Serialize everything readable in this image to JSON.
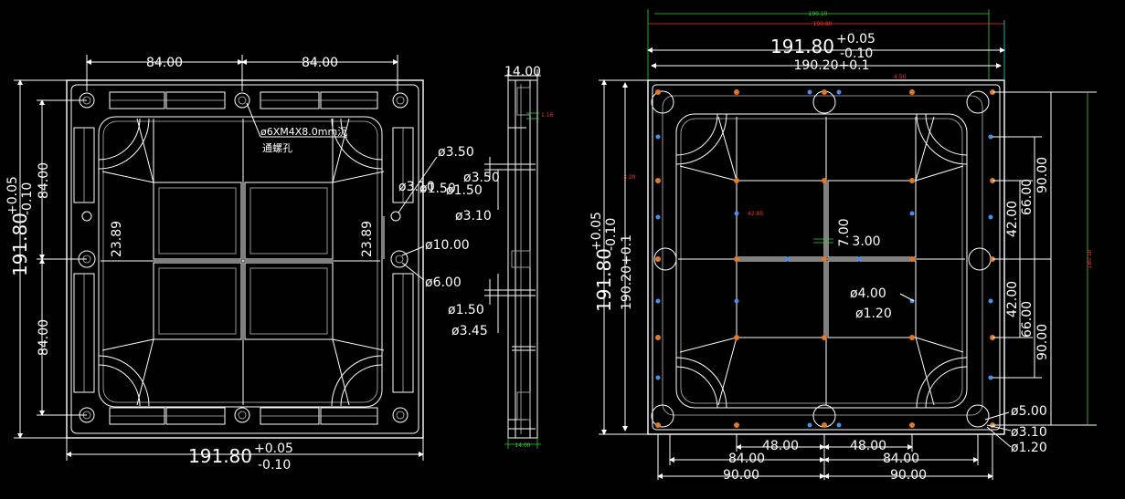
{
  "front_view": {
    "top_dims": [
      "84.00",
      "84.00"
    ],
    "bottom_dim": {
      "base": "191.80",
      "tol_upper": "+0.05",
      "tol_lower": "-0.10"
    },
    "left_dim": {
      "base": "191.80",
      "tol_upper": "+0.05",
      "tol_lower": "-0.10"
    },
    "left_segments": [
      "84.00",
      "84.00"
    ],
    "hole_pitch_labels": [
      "23.89",
      "23.89"
    ],
    "screw_note": "ø6XM4X8.0mm沉",
    "screw_note_sub": "通螺孔",
    "hole_labels": [
      "ø3.50",
      "ø1.50",
      "ø3.10",
      "ø10.00",
      "ø6.00"
    ]
  },
  "side_view": {
    "top_dim": "14.00",
    "bottom_dim": "14.00",
    "red_label": "1.16",
    "labels": [
      "ø3.50",
      "ø1.50",
      "ø3.10",
      "ø1.50",
      "ø3.45"
    ]
  },
  "back_view": {
    "top_green_dim": "190.10",
    "top_red_dim": "190.80",
    "top_dim": {
      "base": "191.80",
      "tol_upper": "+0.05",
      "tol_lower": "-0.10"
    },
    "top_dim2": "190.20+0.1",
    "left_dim": {
      "base": "191.80",
      "tol_upper": "+0.05",
      "tol_lower": "-0.10"
    },
    "left_dim2": "190.20+0.1",
    "right_dims": [
      "90.00",
      "66.00",
      "42.00",
      "42.00",
      "66.00",
      "90.00"
    ],
    "right_red_dim": "180.10",
    "center_labels": [
      "7.00",
      "3.00",
      "ø4.00",
      "ø1.20"
    ],
    "small_red_labels": [
      "4.50",
      "3.20",
      "42.85"
    ],
    "corner_labels": [
      "ø5.00",
      "ø3.10",
      "ø1.20"
    ],
    "bottom_dims": [
      [
        "48.00",
        "48.00"
      ],
      [
        "84.00",
        "84.00"
      ],
      [
        "90.00",
        "90.00"
      ]
    ]
  }
}
